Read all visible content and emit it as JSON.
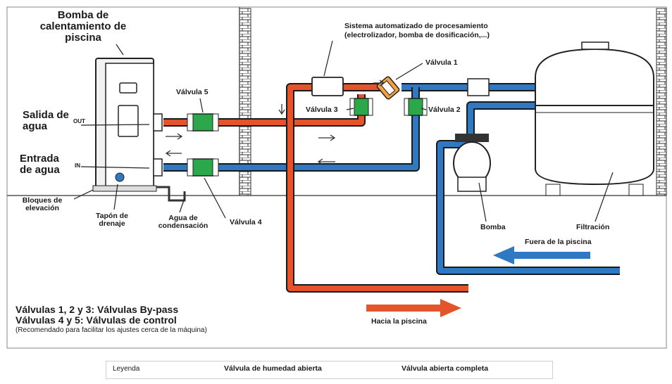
{
  "heat_pump": {
    "title": "Bomba de calentamiento de piscina",
    "out_label": "Salida de agua",
    "out_tag": "OUT",
    "in_label": "Entrada de agua",
    "in_tag": "IN",
    "raisers": "Bloques de elevación",
    "drain_plug": "Tapón de drenaje",
    "condensation": "Agua de condensación"
  },
  "system": {
    "title": "Sistema automatizado de procesamiento",
    "subtitle": "(electrolizador, bomba de dosificación,...)"
  },
  "valves": {
    "v1": "Válvula 1",
    "v2": "Válvula 2",
    "v3": "Válvula 3",
    "v4": "Válvula 4",
    "v5": "Válvula 5"
  },
  "equipment": {
    "pump": "Bomba",
    "filter": "Filtración"
  },
  "flows": {
    "from_pool": "Fuera de la piscina",
    "to_pool": "Hacia la piscina"
  },
  "notes": {
    "line1": "Válvulas 1, 2 y 3: Válvulas By-pass",
    "line2": "Válvulas 4 y 5: Válvulas de control",
    "line3": "(Recomendado para facilitar los ajustes cerca de la máquina)"
  },
  "legend": {
    "title": "Leyenda",
    "humid": "Válvula de humedad abierta",
    "full": "Válvula abierta completa"
  },
  "colors": {
    "hot_pipe": "#e4532a",
    "cold_pipe": "#2f78c4",
    "valve_green": "#2aa84a",
    "wall": "#555555"
  }
}
